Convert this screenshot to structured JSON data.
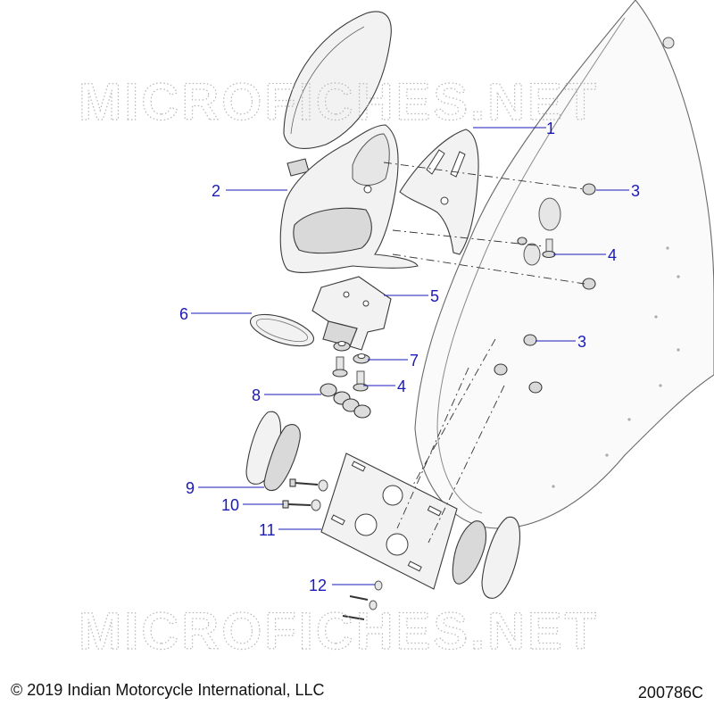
{
  "watermark": {
    "text": "MICROFICHES.NET"
  },
  "callouts": [
    "1",
    "2",
    "3",
    "4",
    "5",
    "6",
    "3",
    "7",
    "4",
    "8",
    "9",
    "10",
    "11",
    "12"
  ],
  "footer": {
    "copyright": "© 2019 Indian Motorcycle International, LLC",
    "diagram_code": "200786C"
  },
  "colors": {
    "callout": "#1a1ab8",
    "outline": "#3a3a3a",
    "watermark": "#b7b7b7"
  }
}
